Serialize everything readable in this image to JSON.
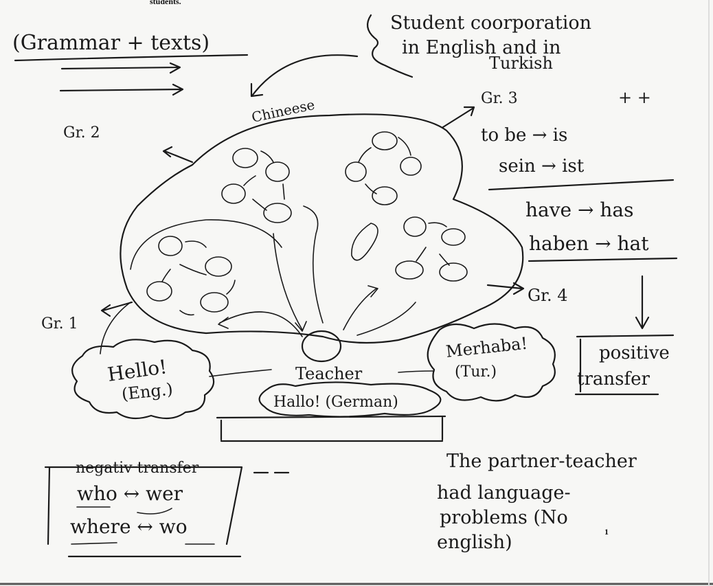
{
  "header_fragment": "students.",
  "top_left": {
    "label": "(Grammar + texts)"
  },
  "student_cooperation": {
    "line1": "Student coorporation",
    "line2": "in English and in",
    "line3": "Turkish"
  },
  "groups": {
    "chinese": "Chineese",
    "gr1": "Gr. 1",
    "gr2": "Gr. 2",
    "gr3": "Gr. 3",
    "gr4": "Gr. 4",
    "plus": "+ +"
  },
  "right_notes": {
    "line1": "to be → is",
    "line2": "sein → ist",
    "line3": "have → has",
    "line4": "haben → hat",
    "box_line1": "positive",
    "box_line2": "transfer"
  },
  "speech": {
    "english_1": "Hello!",
    "english_2": "(Eng.)",
    "turkish_1": "Merhaba!",
    "turkish_2": "(Tur.)",
    "german": "Hallo! (German)",
    "teacher": "Teacher"
  },
  "negative_box": {
    "title": "negativ transfer",
    "line1": "who ↔ wer",
    "line2": "where ↔ wo"
  },
  "note": {
    "line1": "The partner-teacher",
    "line2": "had language-",
    "line3": "problems (No",
    "line4": "english)"
  },
  "page_number": "1"
}
